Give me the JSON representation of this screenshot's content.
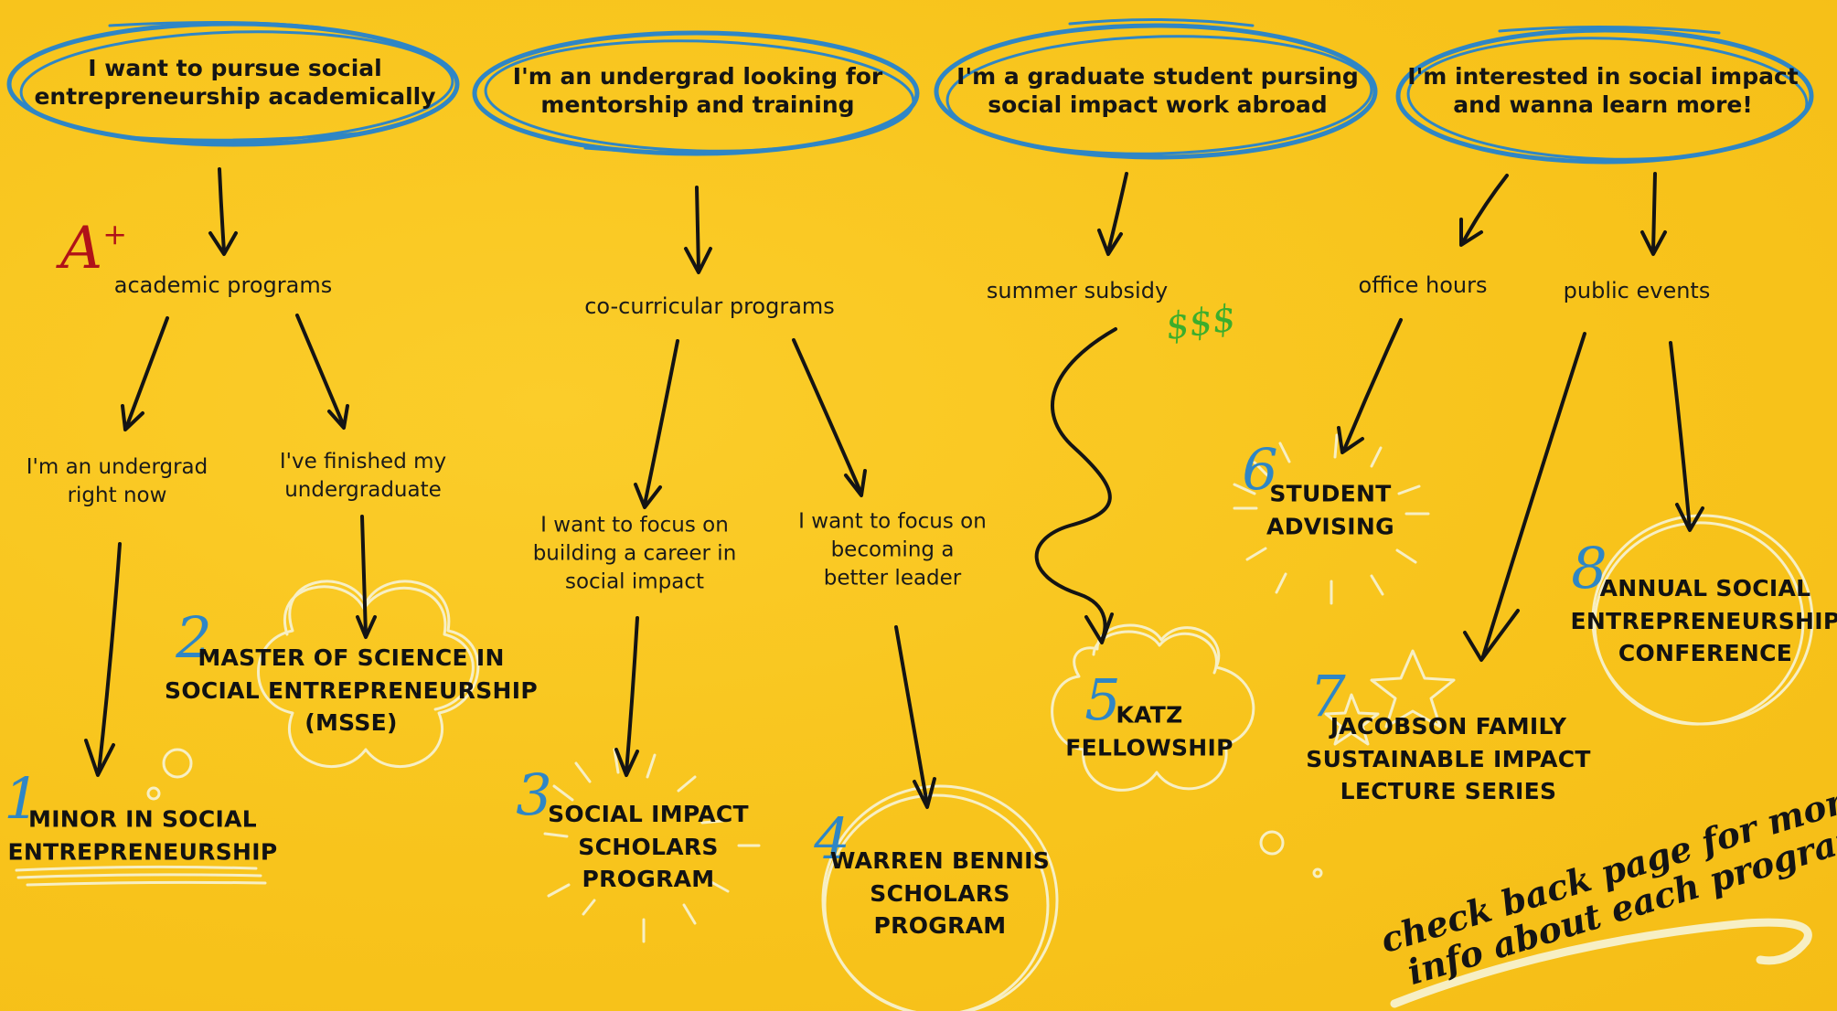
{
  "questions": [
    {
      "line1": "I want to pursue social",
      "line2": "entrepreneurship academically"
    },
    {
      "line1": "I'm an undergrad looking for",
      "line2": "mentorship and training"
    },
    {
      "line1": "I'm a graduate student pursing",
      "line2": "social impact work abroad"
    },
    {
      "line1": "I'm interested in social impact",
      "line2": "and wanna learn more!"
    }
  ],
  "categories": {
    "academic": "academic programs",
    "cocurricular": "co-curricular programs",
    "summer": "summer subsidy",
    "office_hours": "office hours",
    "public_events": "public events"
  },
  "sublabels": {
    "undergrad_now": {
      "line1": "I'm an undergrad",
      "line2": "right now"
    },
    "finished_undergrad": {
      "line1": "I've finished my",
      "line2": "undergraduate"
    },
    "career_focus": {
      "line1": "I want to focus on",
      "line2": "building a career in",
      "line3": "social impact"
    },
    "leader_focus": {
      "line1": "I want to focus on",
      "line2": "becoming a",
      "line3": "better leader"
    }
  },
  "programs": [
    {
      "number": "1",
      "line1": "MINOR IN SOCIAL",
      "line2": "ENTREPRENEURSHIP"
    },
    {
      "number": "2",
      "line1": "MASTER OF SCIENCE IN",
      "line2": "SOCIAL ENTREPRENEURSHIP",
      "line3": "(MSSE)"
    },
    {
      "number": "3",
      "line1": "SOCIAL IMPACT",
      "line2": "SCHOLARS",
      "line3": "PROGRAM"
    },
    {
      "number": "4",
      "line1": "WARREN BENNIS",
      "line2": "SCHOLARS",
      "line3": "PROGRAM"
    },
    {
      "number": "5",
      "line1": "KATZ",
      "line2": "FELLOWSHIP"
    },
    {
      "number": "6",
      "line1": "STUDENT",
      "line2": "ADVISING"
    },
    {
      "number": "7",
      "line1": "JACOBSON FAMILY",
      "line2": "SUSTAINABLE IMPACT",
      "line3": "LECTURE SERIES"
    },
    {
      "number": "8",
      "line1": "ANNUAL SOCIAL",
      "line2": "ENTREPRENEURSHIP",
      "line3": "CONFERENCE"
    }
  ],
  "decorations": {
    "grade": "A",
    "grade_plus": "+",
    "money": "$$$"
  },
  "footer_note": {
    "line1": "check back page for more",
    "line2": "info about each program"
  },
  "colors": {
    "background": "#f9c61f",
    "oval_blue": "#2f86c5",
    "ink": "#141414",
    "doodle_white": "#f7efc4",
    "grade_red": "#b01218",
    "money_green": "#3cae2c"
  }
}
